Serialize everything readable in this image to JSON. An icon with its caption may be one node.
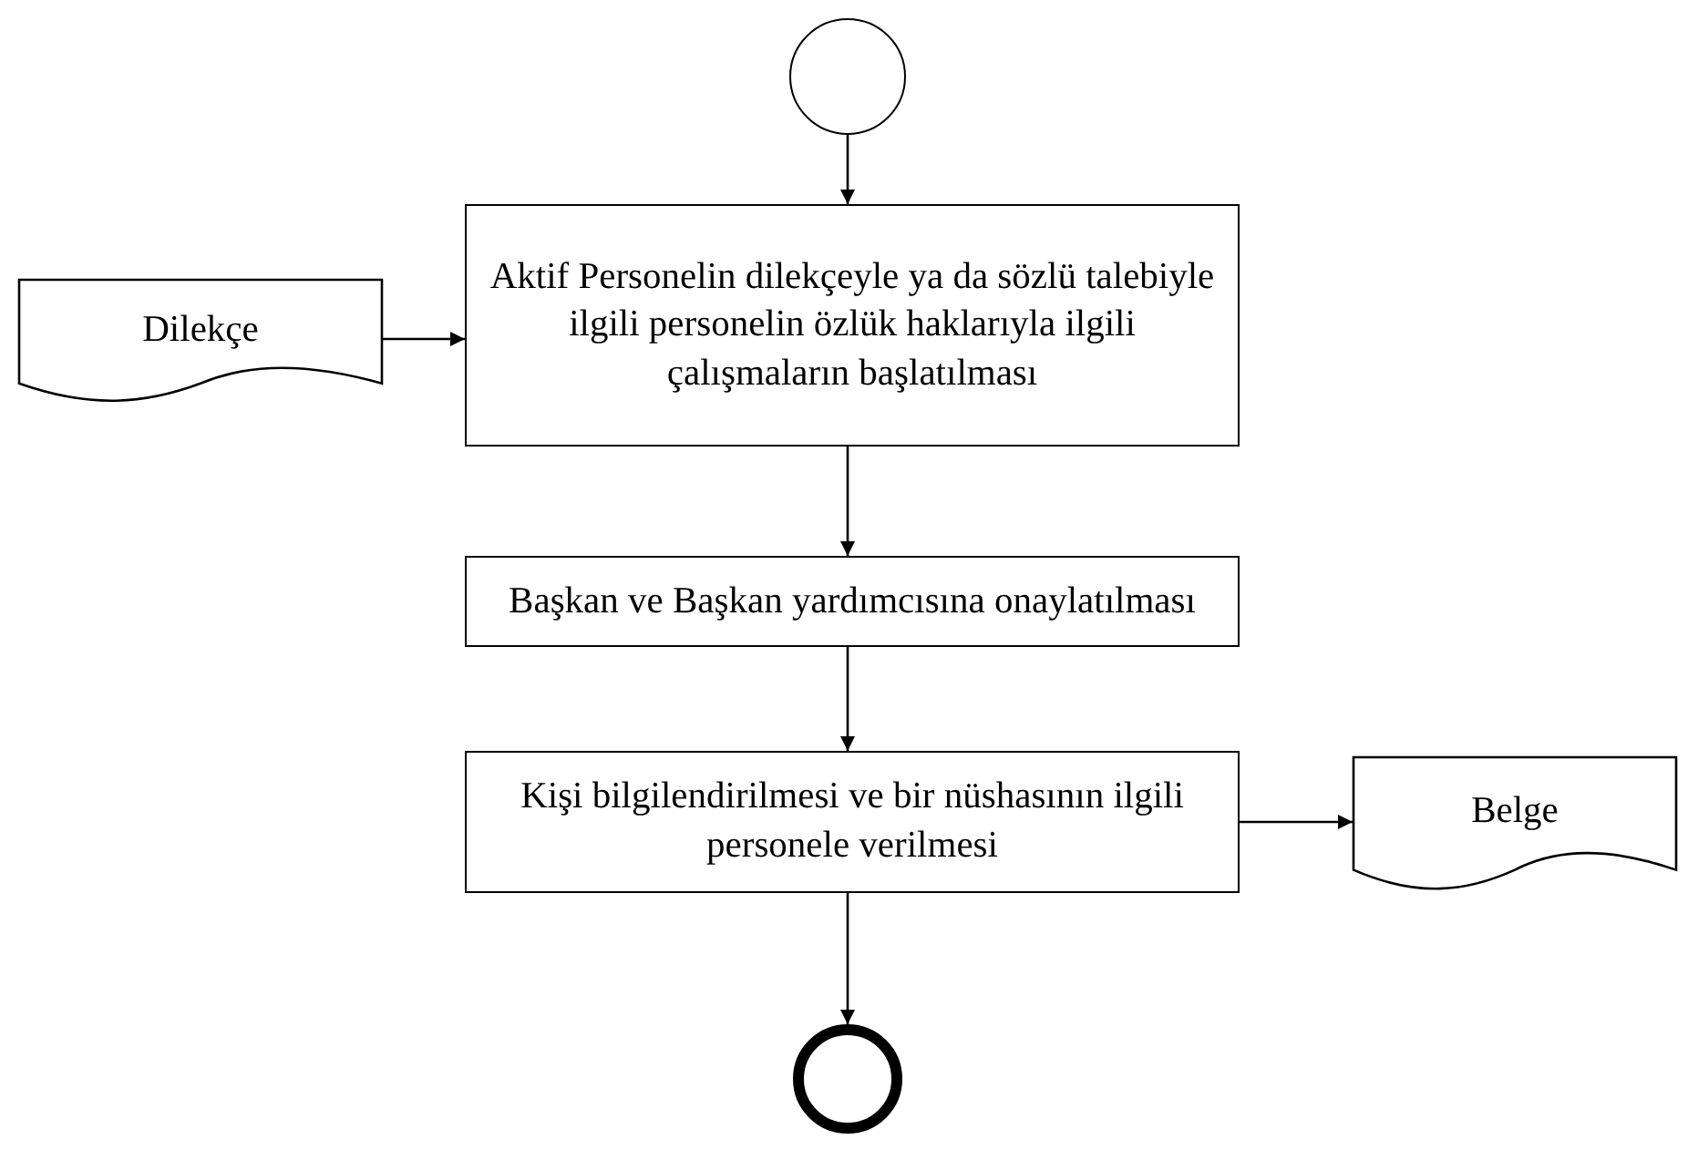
{
  "diagram": {
    "nodes": [
      {
        "text": [],
        "shape": "circle"
      },
      {
        "text": [
          "Dilekçe"
        ]
      },
      {
        "text": [
          "Aktif Personelin dilekçeyle ya da sözlü talebiyle ilgili personelin özlük haklarıyla ilgili çalışmaların başlatılması"
        ]
      },
      {
        "text": [
          "Başkan ve Başkan yardımcısına onaylatılması"
        ]
      },
      {
        "text": [
          "Kişi bilgilendirilmesi ve bir nüshasının ilgili personele verilmesi"
        ]
      },
      {
        "text": [
          "Belge"
        ]
      },
      {
        "text": [],
        "shape": "circle"
      }
    ],
    "edges": [
      {
        "from": 0,
        "to": 2,
        "arrow": "to"
      },
      {
        "from": 1,
        "to": 2,
        "arrow": "to"
      },
      {
        "from": 2,
        "to": 3,
        "arrow": "to"
      },
      {
        "from": 3,
        "to": 4,
        "arrow": "to"
      },
      {
        "from": 4,
        "to": 5,
        "arrow": "to"
      },
      {
        "from": 4,
        "to": 6,
        "arrow": "to"
      }
    ]
  }
}
